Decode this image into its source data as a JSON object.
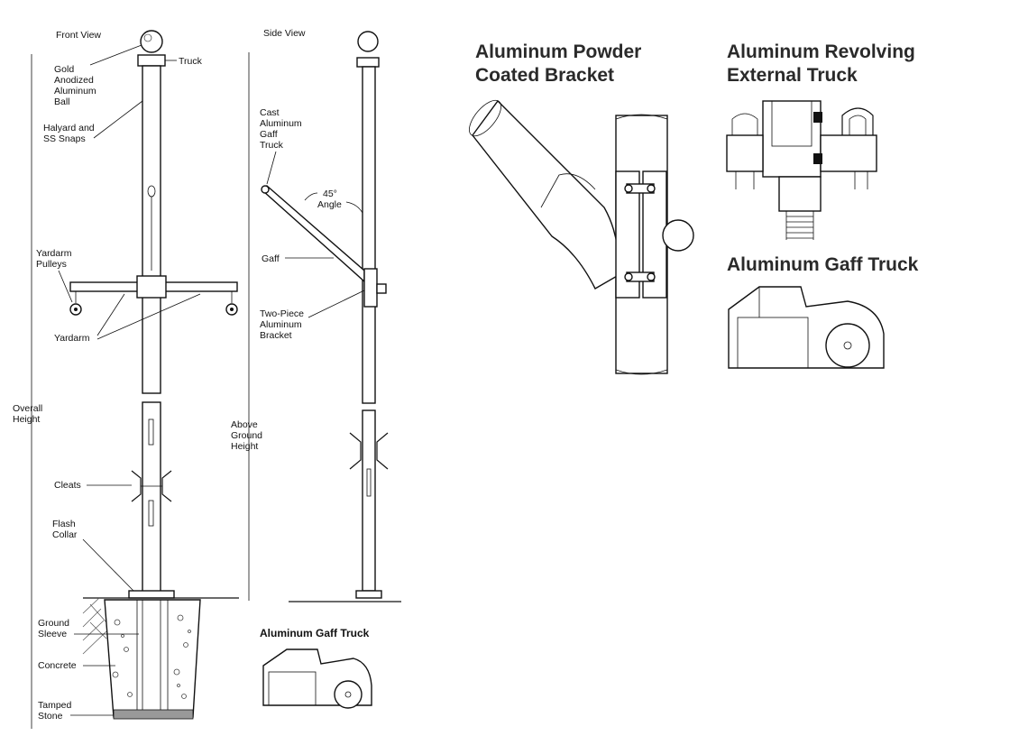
{
  "front_view": {
    "title": "Front View",
    "labels": {
      "ball": [
        "Gold",
        "Anodized",
        "Aluminum",
        "Ball"
      ],
      "truck": "Truck",
      "halyard": [
        "Halyard and",
        "SS Snaps"
      ],
      "yardarm_pulleys": [
        "Yardarm",
        "Pulleys"
      ],
      "yardarm": "Yardarm",
      "overall_height": [
        "Overall",
        "Height"
      ],
      "cleats": "Cleats",
      "flash_collar": [
        "Flash",
        "Collar"
      ],
      "ground_sleeve": [
        "Ground",
        "Sleeve"
      ],
      "concrete": "Concrete",
      "tamped_stone": [
        "Tamped",
        "Stone"
      ]
    }
  },
  "side_view": {
    "title": "Side View",
    "labels": {
      "gaff_truck": [
        "Cast",
        "Aluminum",
        "Gaff",
        "Truck"
      ],
      "angle": [
        "45°",
        "Angle"
      ],
      "gaff": "Gaff",
      "bracket": [
        "Two-Piece",
        "Aluminum",
        "Bracket"
      ],
      "above_ground": [
        "Above",
        "Ground",
        "Height"
      ]
    }
  },
  "detail_small": {
    "title": "Aluminum Gaff Truck"
  },
  "details": {
    "bracket_title": [
      "Aluminum Powder",
      "Coated Bracket"
    ],
    "revolving_title": [
      "Aluminum Revolving",
      "External Truck"
    ],
    "gaff_truck_title": "Aluminum Gaff Truck"
  },
  "colors": {
    "line": "#111111",
    "heading": "#2a2a2a"
  }
}
